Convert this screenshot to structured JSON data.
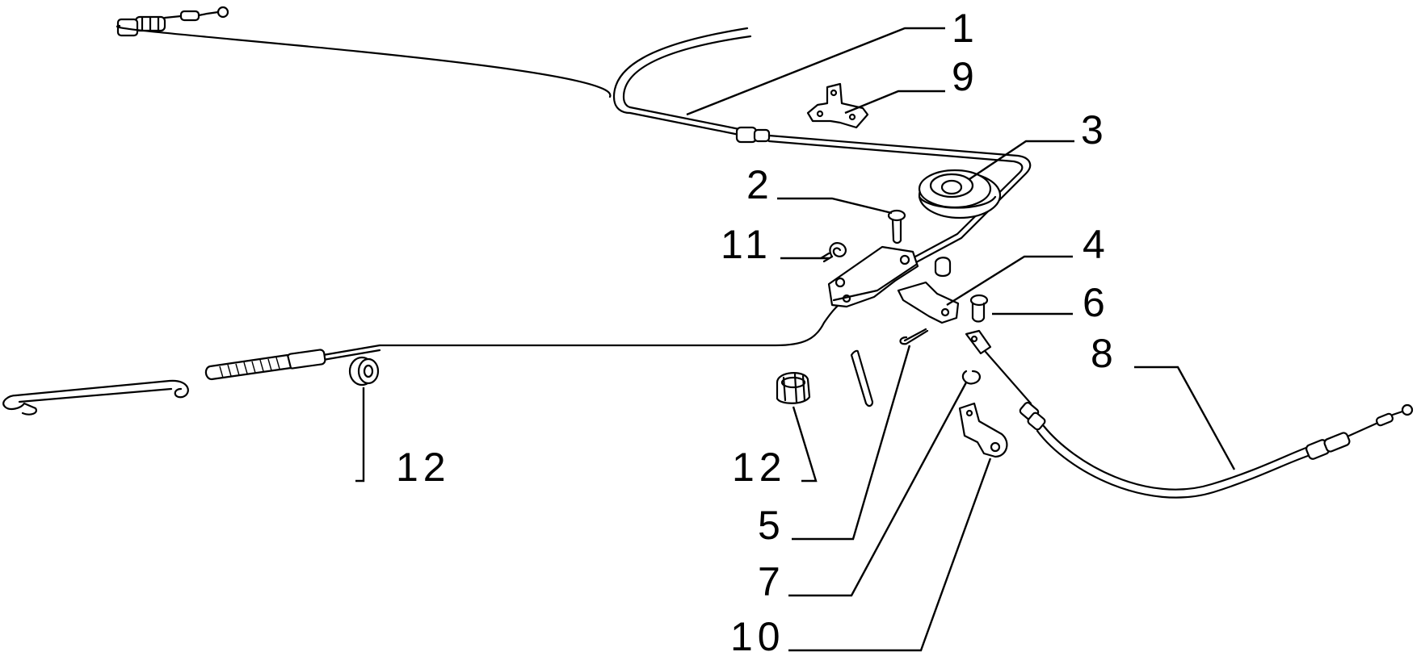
{
  "callouts": [
    {
      "id": "c1",
      "text": "1"
    },
    {
      "id": "c2",
      "text": "2"
    },
    {
      "id": "c3",
      "text": "3"
    },
    {
      "id": "c4",
      "text": "4"
    },
    {
      "id": "c5",
      "text": "5"
    },
    {
      "id": "c6",
      "text": "6"
    },
    {
      "id": "c7",
      "text": "7"
    },
    {
      "id": "c8",
      "text": "8"
    },
    {
      "id": "c9",
      "text": "9"
    },
    {
      "id": "c10",
      "text": "10"
    },
    {
      "id": "c11",
      "text": "11"
    },
    {
      "id": "c12a",
      "text": "12"
    },
    {
      "id": "c12b",
      "text": "12"
    }
  ]
}
